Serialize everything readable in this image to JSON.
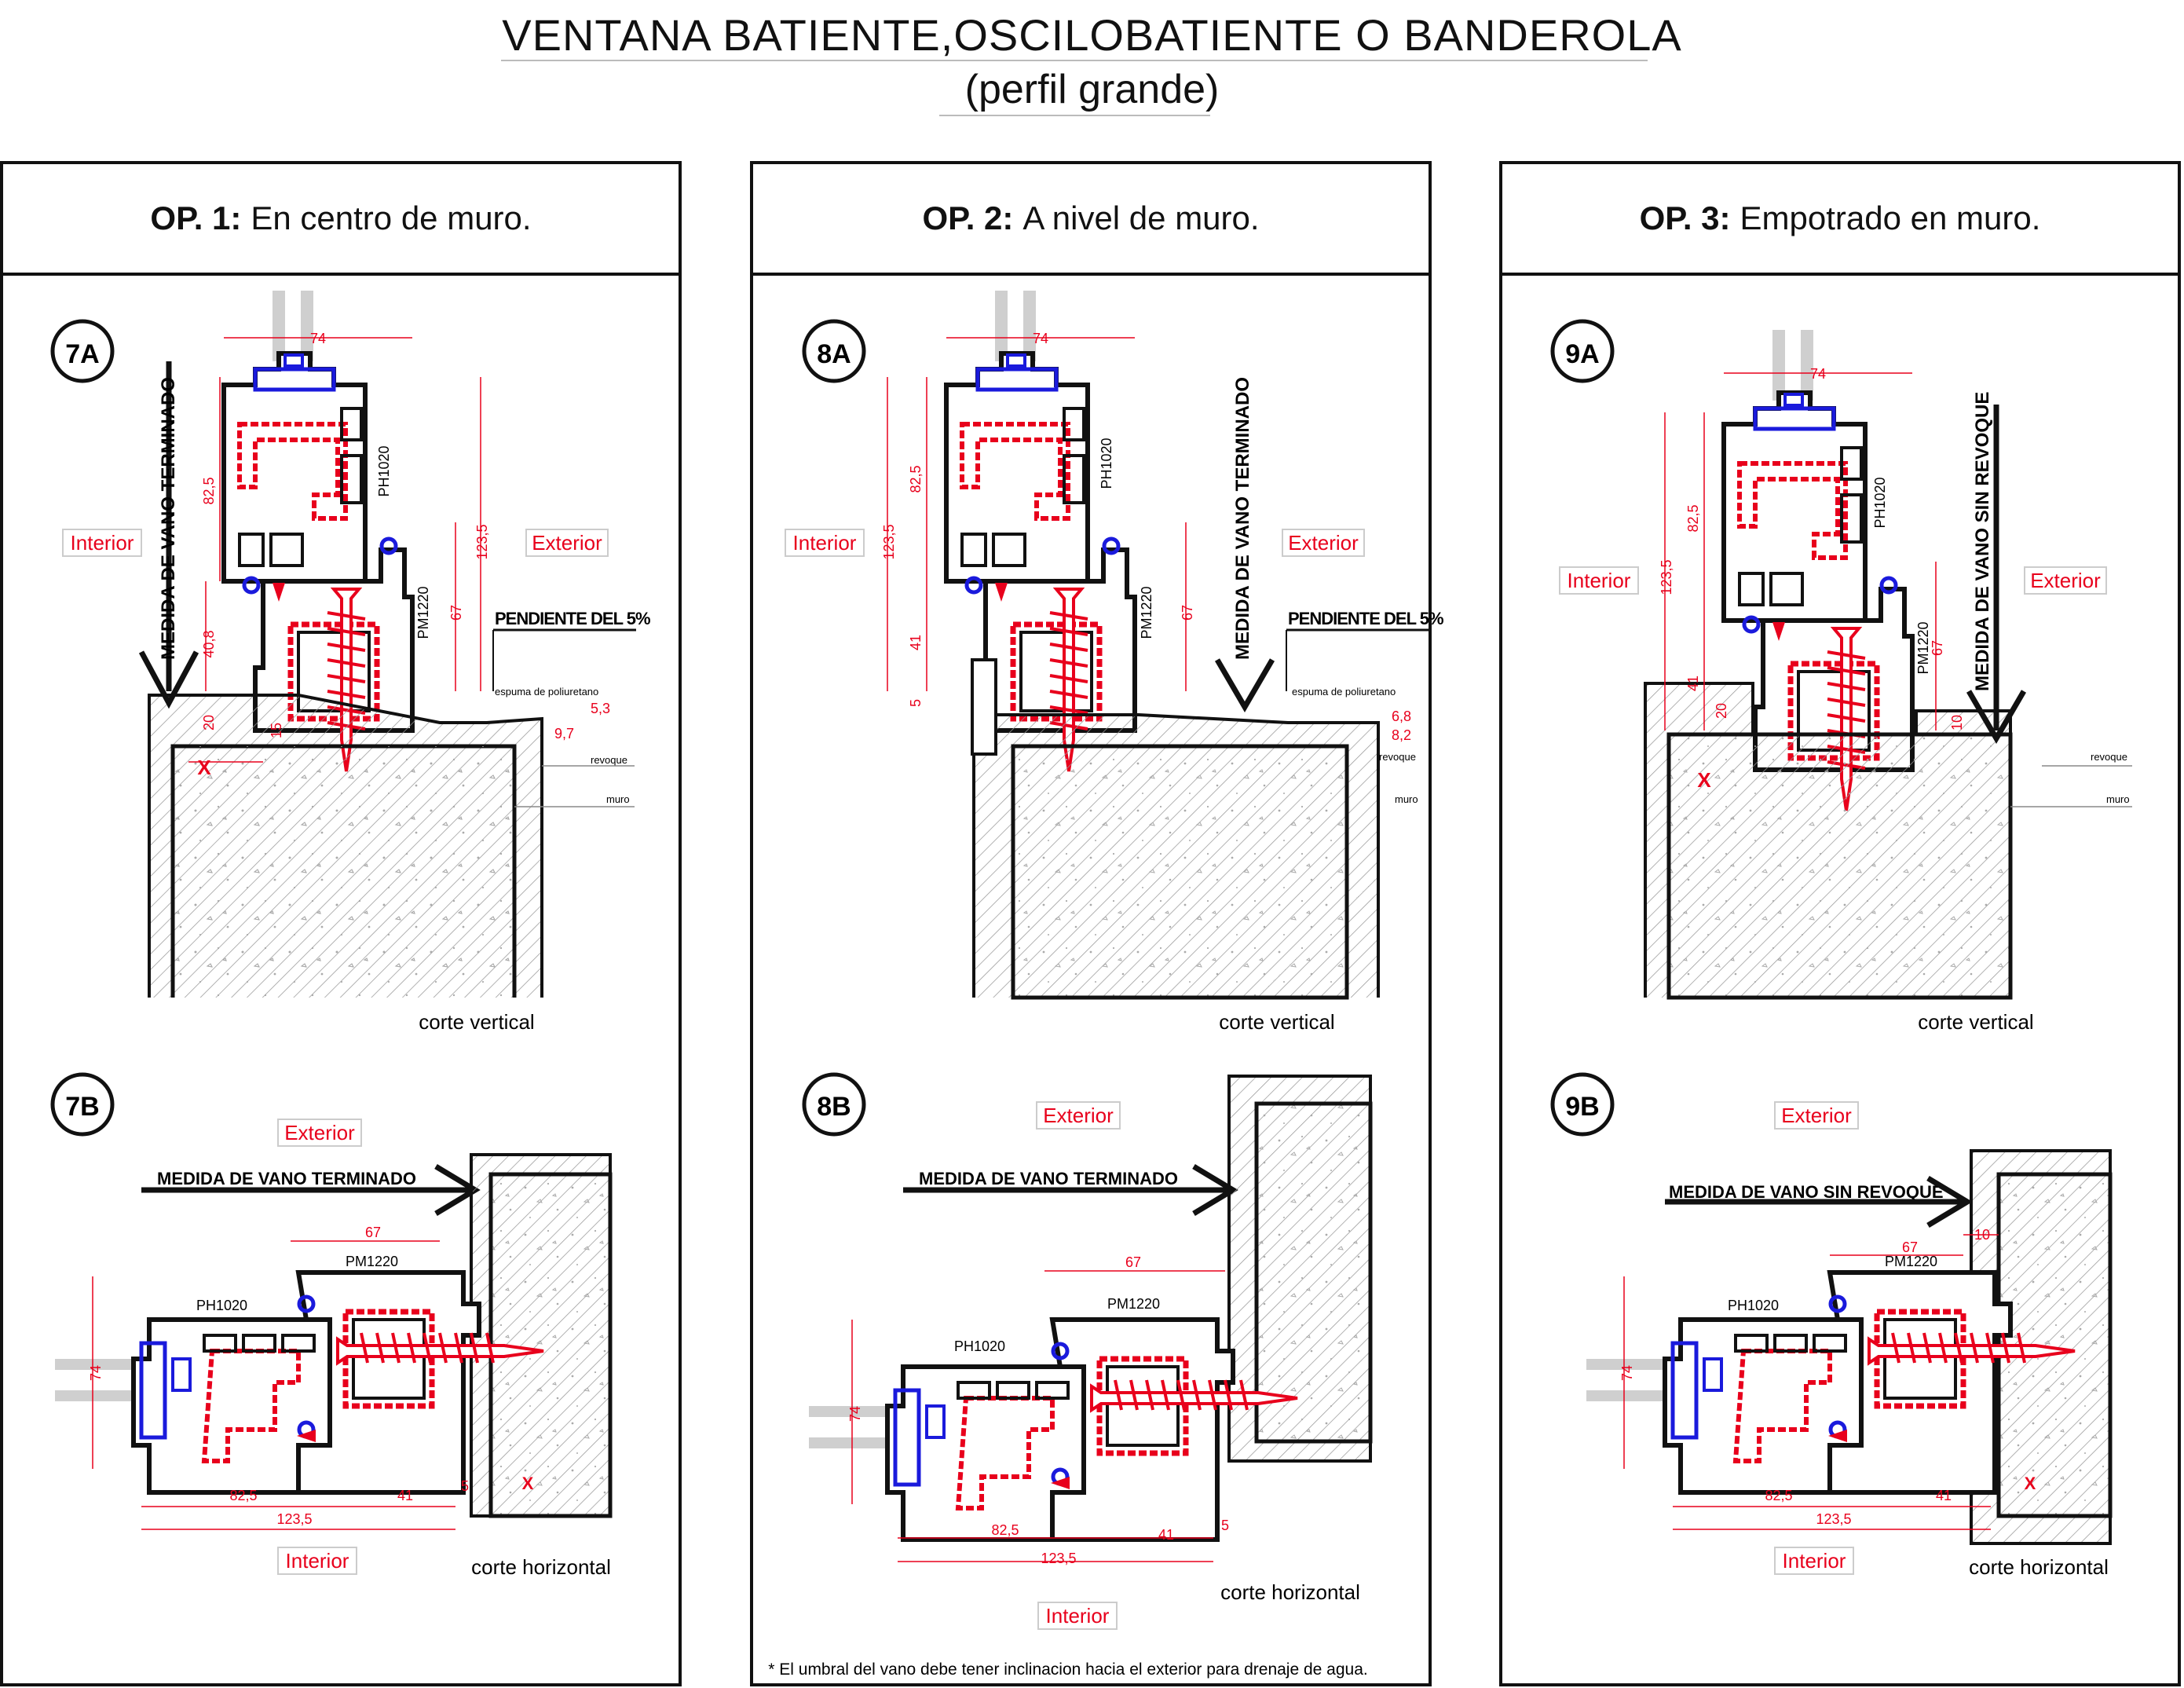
{
  "title": {
    "main": "VENTANA BATIENTE,OSCILOBATIENTE O BANDEROLA",
    "sub": "(perfil grande)"
  },
  "colors": {
    "line": "#111111",
    "dim": "#e8001c",
    "seal": "#1a1adc",
    "hatch": "#888888",
    "glass": "#cfcfcf"
  },
  "panels": [
    {
      "prefix": "OP. 1:",
      "text": "En centro de muro.",
      "v": {
        "badge": "7A",
        "interior": "Interior",
        "exterior": "Exterior",
        "vano": "MEDIDA DE VANO TERMINADO",
        "pendiente": "PENDIENTE DEL 5%",
        "espuma": "espuma de poliuretano",
        "revoque": "revoque",
        "muro": "muro",
        "x": "X",
        "ph": "PH1020",
        "pm": "PM1220",
        "d74": "74",
        "d825": "82,5",
        "d1235": "123,5",
        "d67": "67",
        "d408": "40,8",
        "d20": "20",
        "d15": "15",
        "d53": "5,3",
        "d97": "9,7",
        "caption": "corte vertical"
      },
      "h": {
        "badge": "7B",
        "exterior": "Exterior",
        "interior": "Interior",
        "vano": "MEDIDA DE VANO TERMINADO",
        "ph": "PH1020",
        "pm": "PM1220",
        "d67": "67",
        "d74": "74",
        "d825": "82,5",
        "d41": "41",
        "d5": "5",
        "d1235": "123,5",
        "x": "X",
        "caption": "corte horizontal"
      }
    },
    {
      "prefix": "OP. 2:",
      "text": "A nivel de muro.",
      "v": {
        "badge": "8A",
        "interior": "Interior",
        "exterior": "Exterior",
        "vano": "MEDIDA DE VANO TERMINADO",
        "pendiente": "PENDIENTE DEL 5%",
        "espuma": "espuma de poliuretano",
        "revoque": "revoque",
        "muro": "muro",
        "ph": "PH1020",
        "pm": "PM1220",
        "d74": "74",
        "d825": "82,5",
        "d1235": "123,5",
        "d67": "67",
        "d41": "41",
        "d5": "5",
        "d68": "6,8",
        "d82": "8,2",
        "caption": "corte vertical"
      },
      "h": {
        "badge": "8B",
        "exterior": "Exterior",
        "interior": "Interior",
        "vano": "MEDIDA DE VANO TERMINADO",
        "ph": "PH1020",
        "pm": "PM1220",
        "d67": "67",
        "d74": "74",
        "d825": "82,5",
        "d41": "41",
        "d5": "5",
        "d1235": "123,5",
        "caption": "corte horizontal"
      },
      "note": "* El umbral del vano debe tener inclinacion hacia el exterior para drenaje de agua."
    },
    {
      "prefix": "OP. 3:",
      "text": "Empotrado en muro.",
      "v": {
        "badge": "9A",
        "interior": "Interior",
        "exterior": "Exterior",
        "vano": "MEDIDA DE VANO SIN REVOQUE",
        "revoque": "revoque",
        "muro": "muro",
        "x": "X",
        "ph": "PH1020",
        "pm": "PM1220",
        "d74": "74",
        "d825": "82,5",
        "d1235": "123,5",
        "d67": "67",
        "d41": "41",
        "d20": "20",
        "d10": "10",
        "caption": "corte vertical"
      },
      "h": {
        "badge": "9B",
        "exterior": "Exterior",
        "interior": "Interior",
        "vano": "MEDIDA DE VANO SIN REVOQUE",
        "ph": "PH1020",
        "pm": "PM1220",
        "d67": "67",
        "d10": "10",
        "d74": "74",
        "d825": "82,5",
        "d41": "41",
        "d1235": "123,5",
        "x": "X",
        "caption": "corte horizontal"
      }
    }
  ]
}
